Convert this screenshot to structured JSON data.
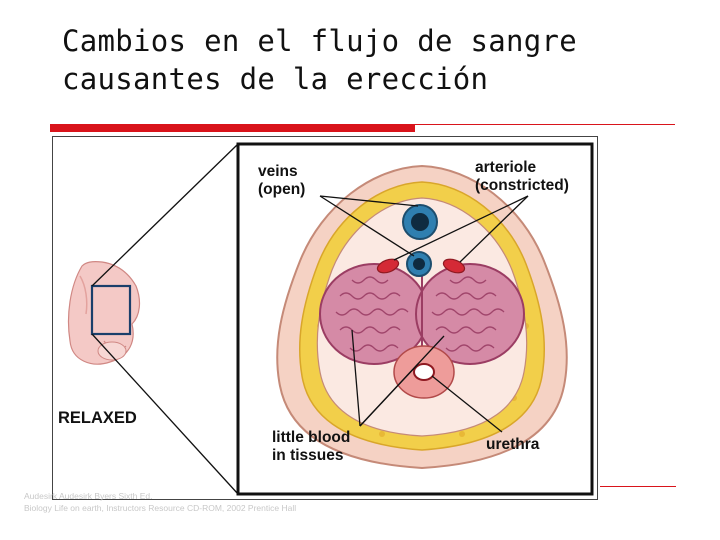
{
  "slide": {
    "title_line1": "Cambios en el flujo de sangre",
    "title_line2": "causantes de la erección"
  },
  "figure": {
    "labels": {
      "veins_line1": "veins",
      "veins_line2": "(open)",
      "arteriole_line1": "arteriole",
      "arteriole_line2": "(constricted)",
      "little_blood_line1": "little blood",
      "little_blood_line2": "in tissues",
      "urethra": "urethra",
      "state": "RELAXED"
    },
    "colors": {
      "accent_red": "#d9141b",
      "tissue_pink": "#d58aa6",
      "fat_yellow": "#f2cf4a",
      "vein_blue": "#2f7fb0",
      "arteriole_red": "#d42a36"
    }
  },
  "credit": {
    "line1": "Audesirk Audesirk Byers Sixth Ed.",
    "line2": "Biology Life on earth, Instructors Resource CD-ROM, 2002 Prentice Hall"
  }
}
